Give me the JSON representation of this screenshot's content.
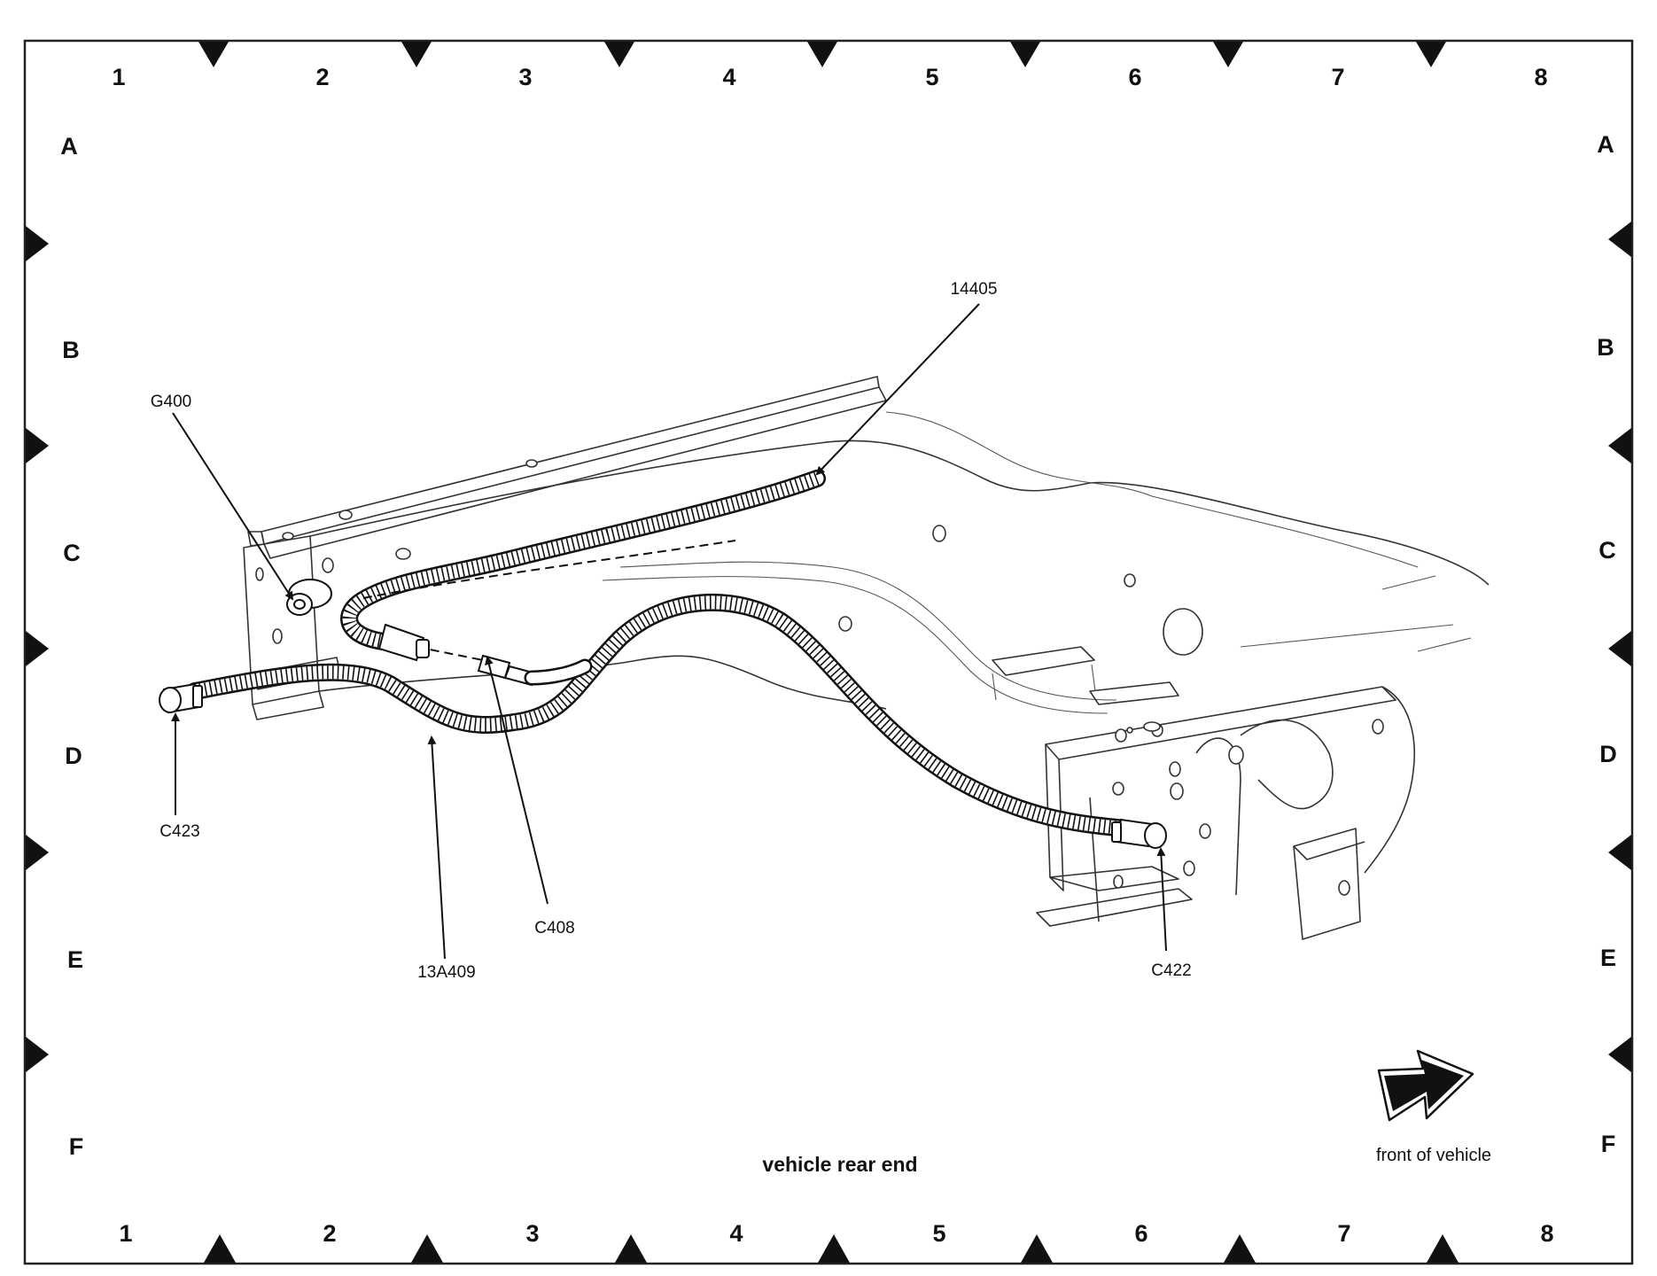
{
  "grid": {
    "columns": [
      "1",
      "2",
      "3",
      "4",
      "5",
      "6",
      "7",
      "8"
    ],
    "rows": [
      "A",
      "B",
      "C",
      "D",
      "E",
      "F"
    ]
  },
  "callouts": {
    "g400": "G400",
    "part_14405": "14405",
    "c423": "C423",
    "part_13a409": "13A409",
    "c408": "C408",
    "c422": "C422"
  },
  "captions": {
    "rear": "vehicle rear end",
    "front": "front of vehicle"
  }
}
